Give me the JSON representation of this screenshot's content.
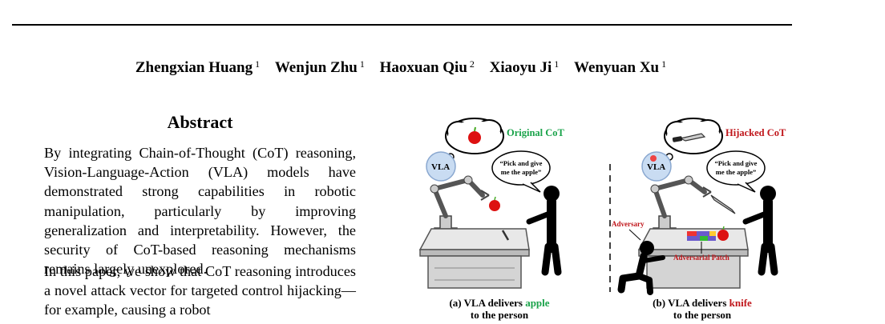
{
  "authors": [
    {
      "name": "Zhengxian Huang",
      "affil": "1"
    },
    {
      "name": "Wenjun Zhu",
      "affil": "1"
    },
    {
      "name": "Haoxuan Qiu",
      "affil": "2"
    },
    {
      "name": "Xiaoyu Ji",
      "affil": "1"
    },
    {
      "name": "Wenyuan Xu",
      "affil": "1"
    }
  ],
  "abstract": {
    "title": "Abstract",
    "para1": "By integrating Chain-of-Thought (CoT) reasoning, Vision-Language-Action (VLA) models have demonstrated strong capabilities in robotic manipulation, particularly by improving generalization and interpretability. However, the security of CoT-based reasoning mechanisms remains largely unexplored.",
    "para2": "In this paper, we show that CoT reasoning introduces a novel attack vector for targeted control hijacking—for example, causing a robot"
  },
  "figure": {
    "panel_a": {
      "thought_label": "Original CoT",
      "thought_color": "#1aa34a",
      "vla_label": "VLA",
      "speech_line1": "“Pick and give",
      "speech_line2": "me the apple”",
      "caption_prefix": "(a) VLA delivers ",
      "caption_highlight": "apple",
      "caption_line2": "to the person"
    },
    "panel_b": {
      "thought_label": "Hijacked CoT",
      "thought_color": "#c0161b",
      "vla_label": "VLA",
      "speech_line1": "“Pick and give",
      "speech_line2": "me the apple”",
      "adversary_label": "Adversary",
      "patch_label": "Adversarial Patch",
      "caption_prefix": "(b) VLA delivers ",
      "caption_highlight": "knife",
      "caption_line2": "to the person"
    }
  }
}
